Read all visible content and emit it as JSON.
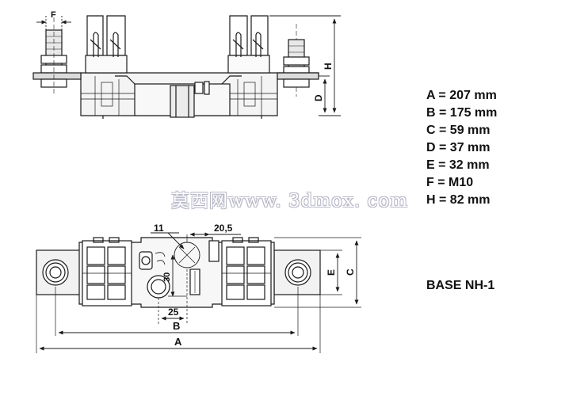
{
  "top_view": {
    "dim_f": "F",
    "dim_h": "H",
    "dim_d": "D"
  },
  "bottom_view": {
    "dim_11": "11",
    "dim_20_5": "20,5",
    "dim_30": "30",
    "dim_25": "25",
    "dim_b": "B",
    "dim_a": "A",
    "dim_e": "E",
    "dim_c": "C"
  },
  "specs": [
    "A = 207 mm",
    "B = 175 mm",
    "C = 59 mm",
    "D = 37 mm",
    "E = 32 mm",
    "F = M10",
    "H = 82 mm"
  ],
  "model": "BASE NH-1",
  "watermark": "莫西网www. 3dmox. com",
  "colors": {
    "line": "#1a1a1a",
    "body_fill": "#f4f4f4",
    "terminal_fill": "#e8e8e8",
    "watermark_outline": "#b8b8c8"
  }
}
